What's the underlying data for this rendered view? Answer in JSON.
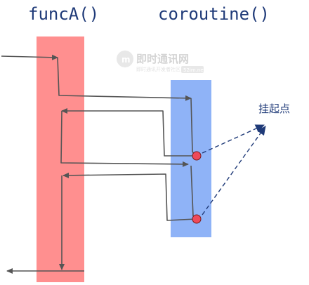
{
  "labels": {
    "funcA": "funcA()",
    "coroutine": "coroutine()",
    "suspend_point": "挂起点"
  },
  "watermark": {
    "title": "即时通讯网",
    "subtitle": "即时通讯开发者社区",
    "badge": "52im.net"
  },
  "colors": {
    "funcA_bar": "#ff8f8f",
    "coroutine_bar": "#8fb3f7",
    "flow_line": "#555555",
    "suspend_dot": "#ee4a5a",
    "dashed_arrow": "#1f3a78",
    "label_text": "#1f3a78"
  }
}
